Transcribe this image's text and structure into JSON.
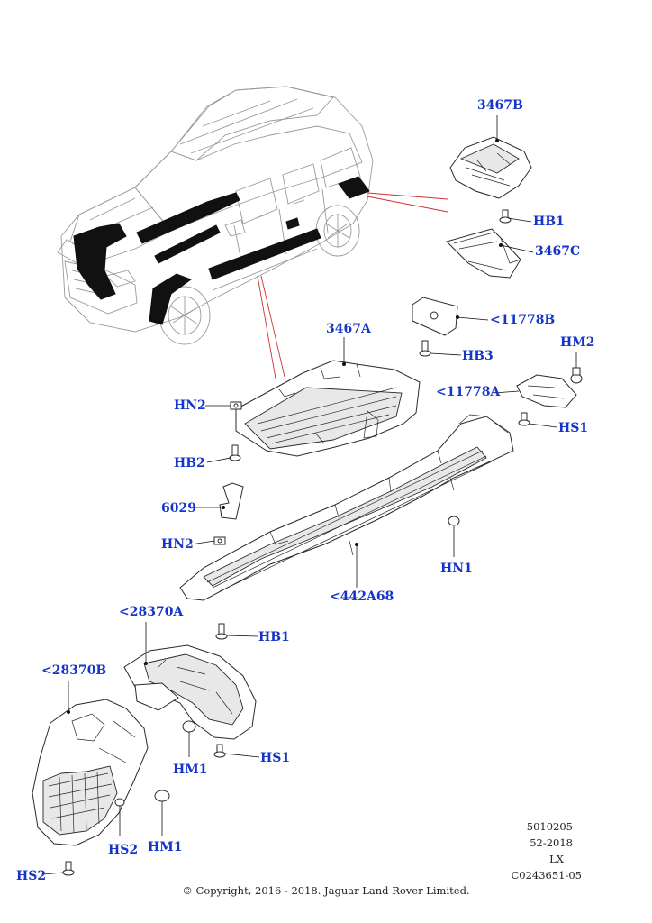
{
  "callouts": {
    "c3467B": "3467B",
    "hb1_top": "HB1",
    "c3467C": "3467C",
    "c11778B": "<11778B",
    "c3467A": "3467A",
    "hb3": "HB3",
    "hm2": "HM2",
    "c11778A": "<11778A",
    "hs1_top": "HS1",
    "hn2_top": "HN2",
    "hb2": "HB2",
    "c6029": "6029",
    "hn2_mid": "HN2",
    "hn1": "HN1",
    "c442A68": "<442A68",
    "c28370A": "<28370A",
    "hb1_bottom": "HB1",
    "c28370B": "<28370B",
    "hm1_mid": "HM1",
    "hs1_bottom": "HS1",
    "hs2_mid": "HS2",
    "hm1_bottom": "HM1",
    "hs2_left": "HS2"
  },
  "reference": {
    "line1": "5010205",
    "line2": "52-2018",
    "line3": "LX",
    "line4": "C0243651-05"
  },
  "copyright": "© Copyright, 2016 - 2018. Jaguar Land Rover Limited.",
  "colors": {
    "callout": "#1535c8",
    "leader": "#111111",
    "link_line": "#d23030",
    "car_outline": "#9a9a9a",
    "highlight": "#111111"
  }
}
